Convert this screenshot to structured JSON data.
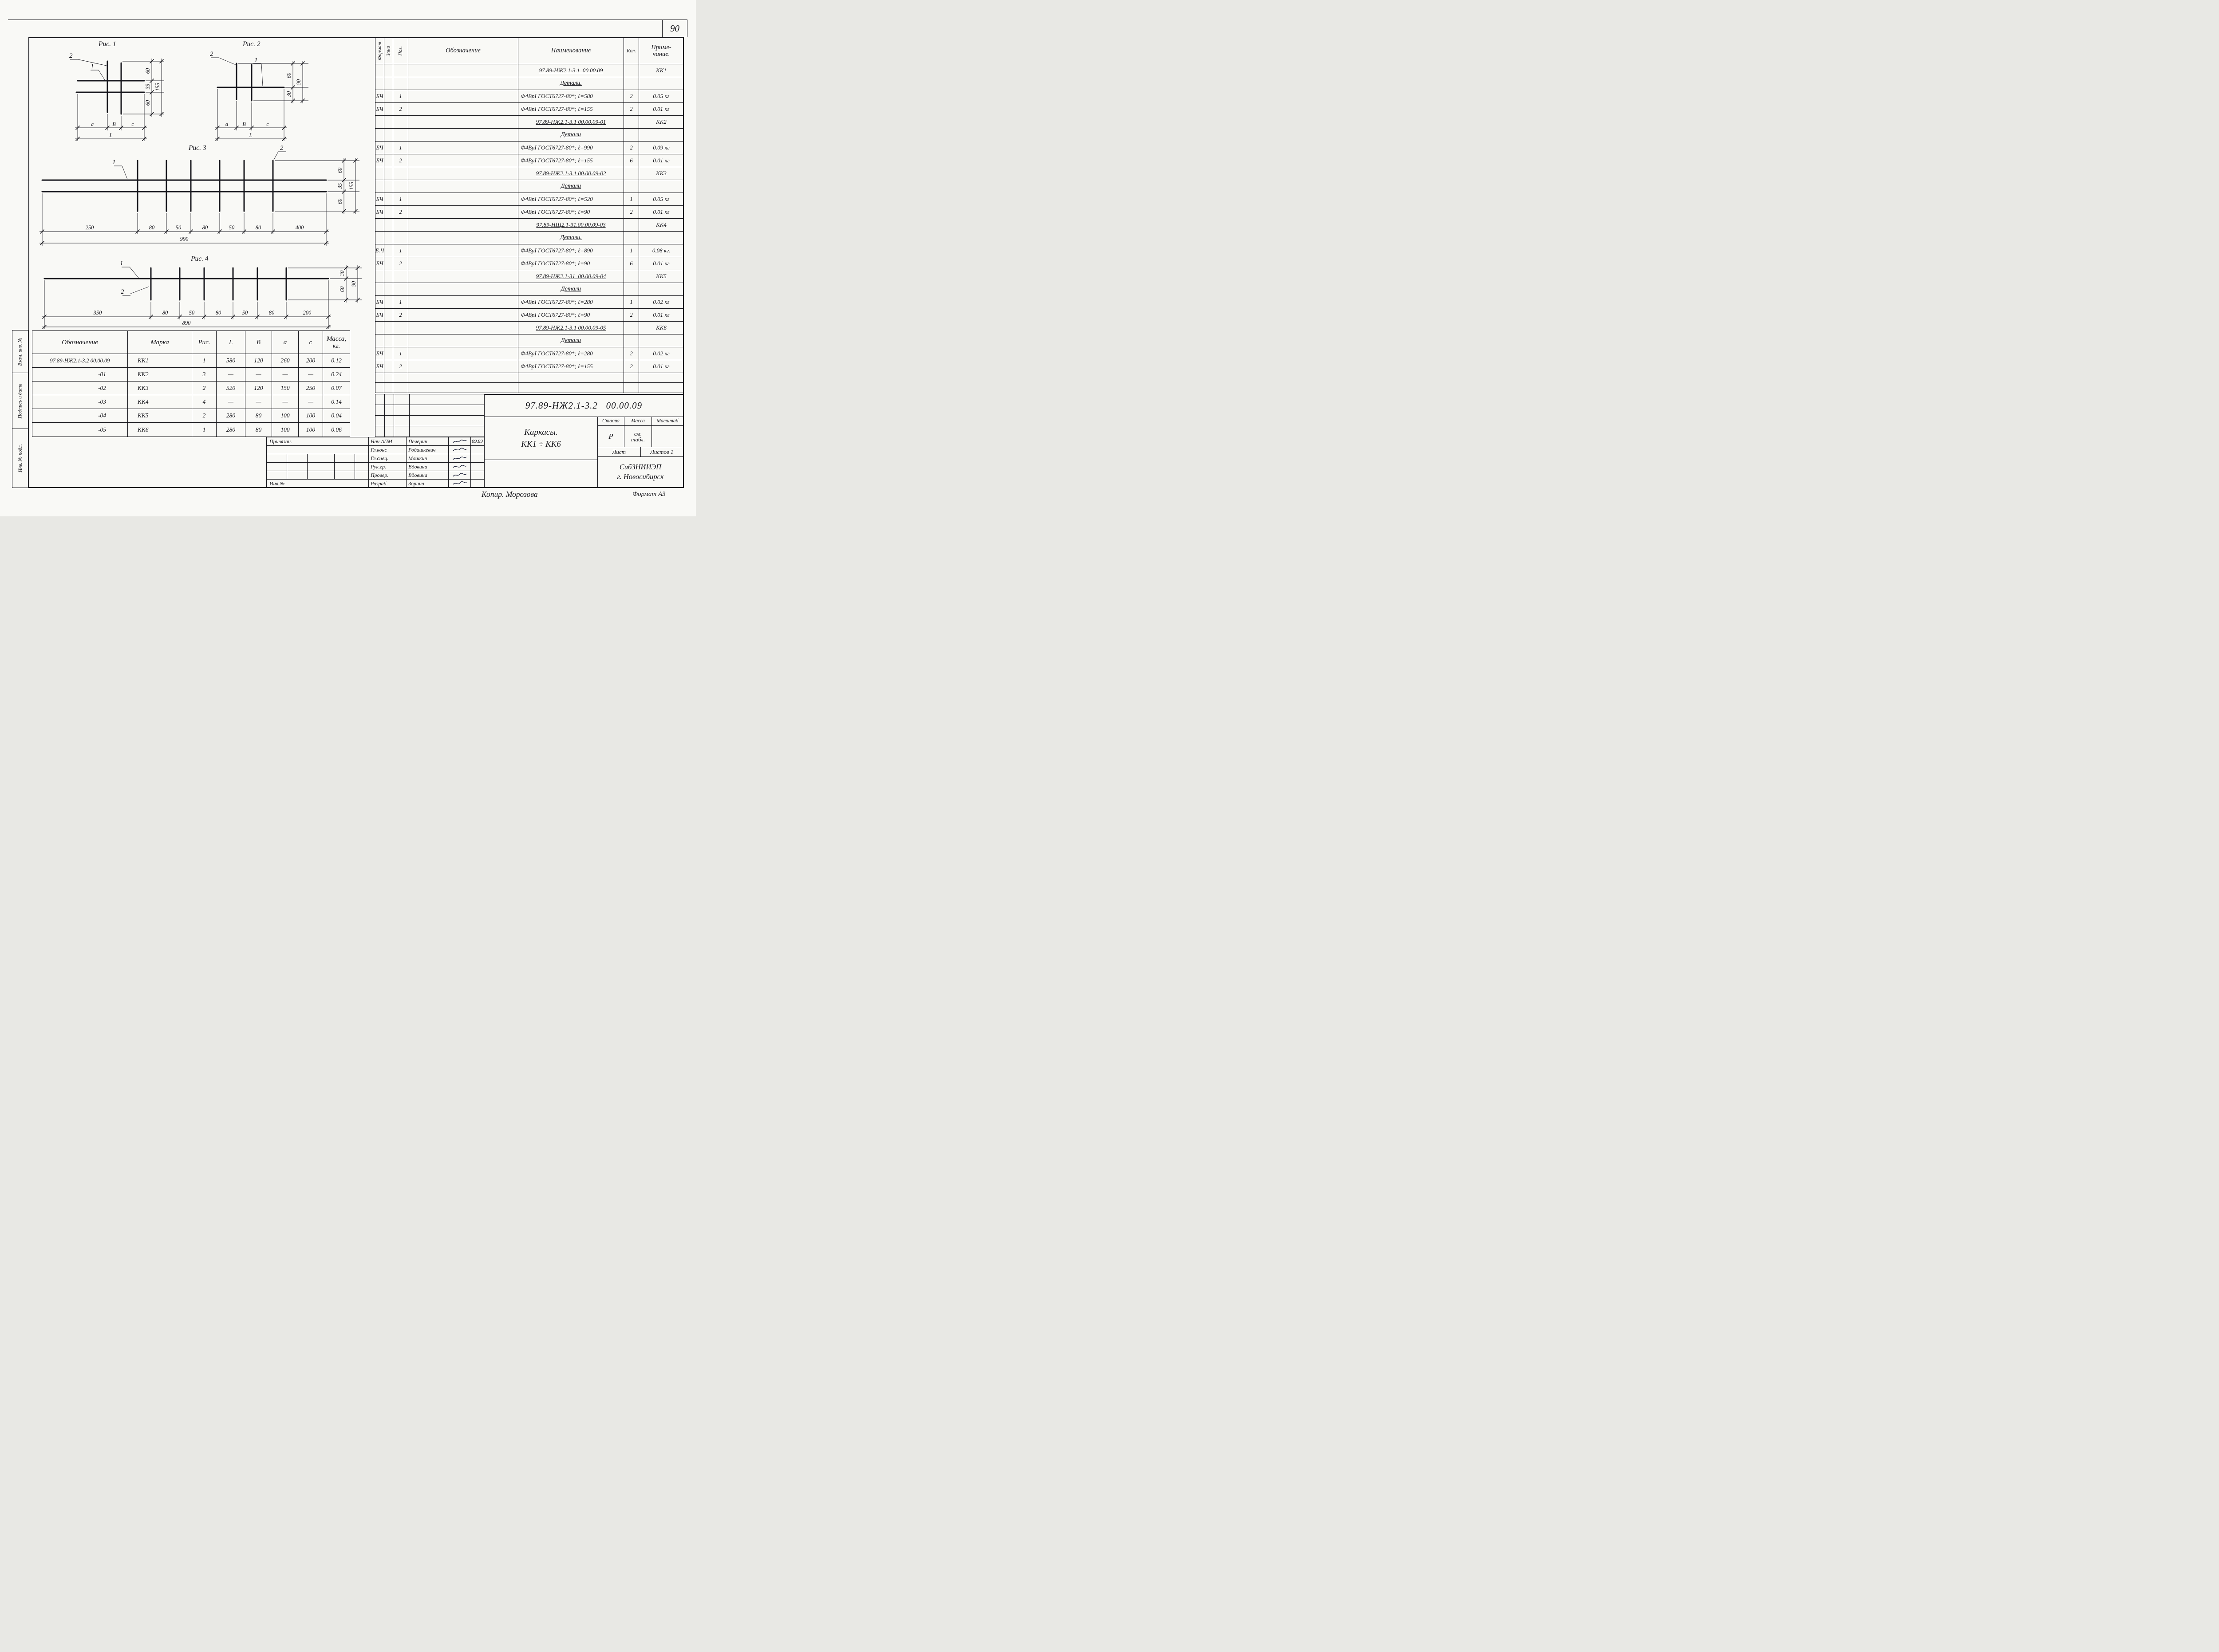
{
  "page": {
    "sheet_number": "90",
    "copier_note": "Копир. Морозова",
    "format_note": "Формат А3"
  },
  "side_strip": {
    "top": "Взам. инв. №",
    "middle": "Подпись и дата",
    "bottom": "Инв. № подл."
  },
  "figures": {
    "fig1": {
      "title": "Рис. 1",
      "callout_transverse": "2",
      "callout_longitudinal": "1",
      "v_dims": [
        "60",
        "35",
        "60"
      ],
      "v_total": "155",
      "h_dims": [
        "a",
        "В",
        "c"
      ],
      "h_total": "L"
    },
    "fig2": {
      "title": "Рис. 2",
      "callout_transverse": "2",
      "callout_longitudinal": "1",
      "v_dims": [
        "60",
        "30"
      ],
      "v_total": "90",
      "h_dims": [
        "a",
        "В",
        "c"
      ],
      "h_total": "L"
    },
    "fig3": {
      "title": "Рис. 3",
      "callout_longitudinal": "1",
      "callout_transverse": "2",
      "v_dims": [
        "60",
        "35",
        "60"
      ],
      "v_total": "155",
      "h_dims": [
        "250",
        "80",
        "50",
        "80",
        "50",
        "80",
        "400"
      ],
      "h_total": "990"
    },
    "fig4": {
      "title": "Рис. 4",
      "callout_longitudinal": "1",
      "callout_transverse": "2",
      "v_dims": [
        "30",
        "60"
      ],
      "v_total": "90",
      "h_dims": [
        "350",
        "80",
        "50",
        "80",
        "50",
        "80",
        "200"
      ],
      "h_total": "890"
    }
  },
  "spec_table": {
    "headers": {
      "format": "Формат",
      "zone": "Зона",
      "pos": "Поз.",
      "designation": "Обозначение",
      "name": "Наименование",
      "qty": "Кол.",
      "note_line1": "Приме-",
      "note_line2": "чание."
    },
    "rows": [
      {
        "type": "doc",
        "name": "97.89-НЖ2.1-3.1  00.00.09",
        "note": "КК1"
      },
      {
        "type": "section",
        "name": "Детали."
      },
      {
        "type": "item",
        "format": "БЧ",
        "pos": "1",
        "name": "Ф4ВрI ГОСТ6727-80*; ℓ=580",
        "qty": "2",
        "note": "0.05 кг"
      },
      {
        "type": "item",
        "format": "БЧ",
        "pos": "2",
        "name": "Ф4ВрI ГОСТ6727-80*; ℓ=155",
        "qty": "2",
        "note": "0.01 кг"
      },
      {
        "type": "doc",
        "name": "97.89-НЖ2.1-3.1 00.00.09-01",
        "note": "КК2"
      },
      {
        "type": "section",
        "name": "Детали"
      },
      {
        "type": "item",
        "format": "БЧ",
        "pos": "1",
        "name": "Ф4ВрI ГОСТ6727-80*; ℓ=990",
        "qty": "2",
        "note": "0.09 кг"
      },
      {
        "type": "item",
        "format": "БЧ",
        "pos": "2",
        "name": "Ф4ВрI ГОСТ6727-80*; ℓ=155",
        "qty": "6",
        "note": "0.01 кг"
      },
      {
        "type": "doc",
        "name": "97.89-НЖ2.1-3.1 00.00.09-02",
        "note": "КК3"
      },
      {
        "type": "section",
        "name": "Детали"
      },
      {
        "type": "item",
        "format": "БЧ",
        "pos": "1",
        "name": "Ф4ВрI ГОСТ6727-80*; ℓ=520",
        "qty": "1",
        "note": "0.05 кг"
      },
      {
        "type": "item",
        "format": "БЧ",
        "pos": "2",
        "name": "Ф4ВрI ГОСТ6727-80*; ℓ=90",
        "qty": "2",
        "note": "0.01 кг"
      },
      {
        "type": "doc",
        "name": "97.89-НЩ2.1-31.00.00.09-03",
        "note": "КК4"
      },
      {
        "type": "section",
        "name": "Детали."
      },
      {
        "type": "item",
        "format": "Б.Ч",
        "pos": "1",
        "name": "Ф4ВрI ГОСТ6727-80*; ℓ=890",
        "qty": "1",
        "note": "0,08 кг."
      },
      {
        "type": "item",
        "format": "БЧ",
        "pos": "2",
        "name": "Ф4ВрI ГОСТ6727-80*; ℓ=90",
        "qty": "6",
        "note": "0.01 кг"
      },
      {
        "type": "doc",
        "name": "97.89-НЖ2.1-31  00.00.09-04",
        "note": "КК5"
      },
      {
        "type": "section",
        "name": "Детали"
      },
      {
        "type": "item",
        "format": "БЧ",
        "pos": "1",
        "name": "Ф4ВрI ГОСТ6727-80*; ℓ=280",
        "qty": "1",
        "note": "0.02 кг"
      },
      {
        "type": "item",
        "format": "БЧ",
        "pos": "2",
        "name": "Ф4ВрI ГОСТ6727-80*; ℓ=90",
        "qty": "2",
        "note": "0.01 кг"
      },
      {
        "type": "doc",
        "name": "97.89-НЖ2.1-3.1 00.00.09-05",
        "note": "КК6"
      },
      {
        "type": "section",
        "name": "Детали"
      },
      {
        "type": "item",
        "format": "БЧ",
        "pos": "1",
        "name": "Ф4ВрI ГОСТ6727-80*; ℓ=280",
        "qty": "2",
        "note": "0.02 кг"
      },
      {
        "type": "item",
        "format": "БЧ",
        "pos": "2",
        "name": "Ф4ВрI ГОСТ6727-80*; ℓ=155",
        "qty": "2",
        "note": "0.01 кг"
      },
      {
        "type": "blank"
      },
      {
        "type": "blank"
      }
    ]
  },
  "params_table": {
    "headers": {
      "designation": "Обозначение",
      "mark": "Марка",
      "fig": "Рис.",
      "l": "L",
      "b": "В",
      "a": "a",
      "c": "c",
      "mass_line1": "Масса,",
      "mass_line2": "кг."
    },
    "rows": [
      {
        "designation": "97.89-НЖ2.1-3.2 00.00.09",
        "mark": "КК1",
        "fig": "1",
        "l": "580",
        "b": "120",
        "a": "260",
        "c": "200",
        "mass": "0.12"
      },
      {
        "designation": "-01",
        "mark": "КК2",
        "fig": "3",
        "l": "—",
        "b": "—",
        "a": "—",
        "c": "—",
        "mass": "0.24"
      },
      {
        "designation": "-02",
        "mark": "КК3",
        "fig": "2",
        "l": "520",
        "b": "120",
        "a": "150",
        "c": "250",
        "mass": "0.07"
      },
      {
        "designation": "-03",
        "mark": "КК4",
        "fig": "4",
        "l": "—",
        "b": "—",
        "a": "—",
        "c": "—",
        "mass": "0.14"
      },
      {
        "designation": "-04",
        "mark": "КК5",
        "fig": "2",
        "l": "280",
        "b": "80",
        "a": "100",
        "c": "100",
        "mass": "0.04"
      },
      {
        "designation": "-05",
        "mark": "КК6",
        "fig": "1",
        "l": "280",
        "b": "80",
        "a": "100",
        "c": "100",
        "mass": "0.06"
      }
    ]
  },
  "title_block": {
    "document_number": "97.89-НЖ2.1-3.2   00.00.09",
    "title_line1": "Каркасы.",
    "title_line2": "КК1 ÷ КК6",
    "stage_label": "Стадия",
    "mass_label": "Масса",
    "scale_label": "Масштаб",
    "stage_value": "Р",
    "mass_value_line1": "см.",
    "mass_value_line2": "табл.",
    "sheet_label": "Лист",
    "sheets_label": "Листов 1",
    "organization_line1": "СибЗНИИЭП",
    "organization_line2": "г. Новосибирск"
  },
  "signature_block": {
    "linked_label": "Привязан.",
    "inventory_label": "Инв.№",
    "rows": [
      {
        "role": "Нач.АПМ",
        "name": "Печерин",
        "date": "09.89"
      },
      {
        "role": "Гл.конс",
        "name": "Родашкевич",
        "date": ""
      },
      {
        "role": "Гл.спец.",
        "name": "Мошкин",
        "date": ""
      },
      {
        "role": "Рук.гр.",
        "name": "Вдовина",
        "date": ""
      },
      {
        "role": "Провер.",
        "name": "Вдовина",
        "date": ""
      },
      {
        "role": "Разраб.",
        "name": "Зорина",
        "date": ""
      }
    ]
  }
}
